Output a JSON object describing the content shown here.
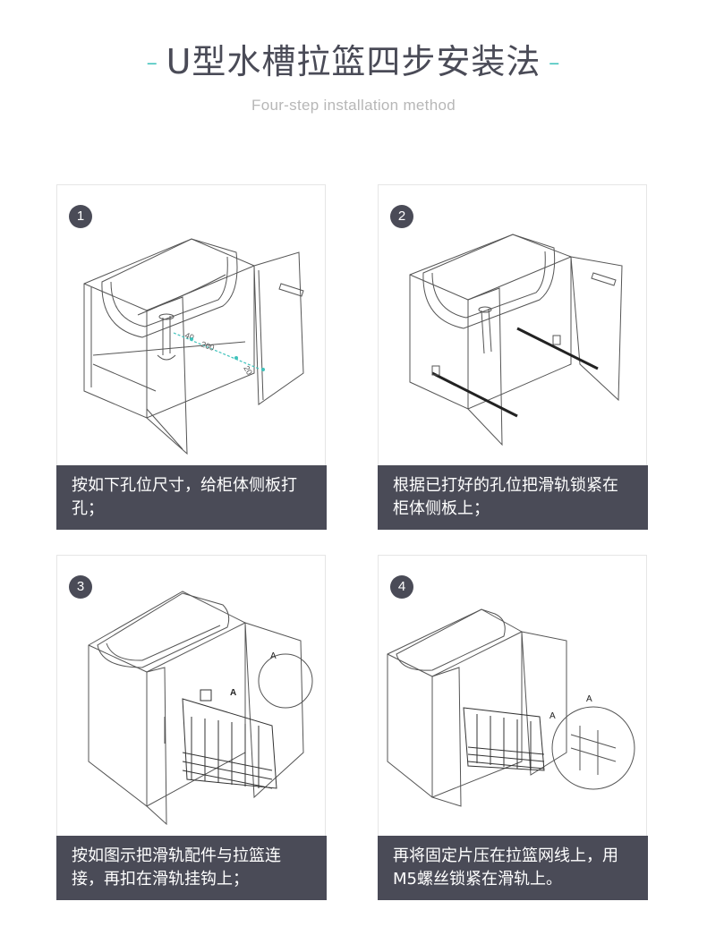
{
  "header": {
    "title": "U型水槽拉篮四步安装法",
    "subtitle": "Four-step installation method"
  },
  "steps": [
    {
      "number": "1",
      "caption": "按如下孔位尺寸，给柜体侧板打孔；",
      "figure_labels": [
        "40",
        "200",
        "20"
      ]
    },
    {
      "number": "2",
      "caption": "根据已打好的孔位把滑轨锁紧在柜体侧板上；"
    },
    {
      "number": "3",
      "caption": "按如图示把滑轨配件与拉篮连接，再扣在滑轨挂钩上；",
      "figure_labels": [
        "A",
        "A"
      ]
    },
    {
      "number": "4",
      "caption": "再将固定片压在拉篮网线上，用M5螺丝锁紧在滑轨上。",
      "figure_labels": [
        "A",
        "A"
      ]
    }
  ],
  "colors": {
    "accent": "#3fc2bb",
    "dark": "#4a4b57",
    "muted": "#b7b7b7",
    "border": "#e6e6e6"
  }
}
